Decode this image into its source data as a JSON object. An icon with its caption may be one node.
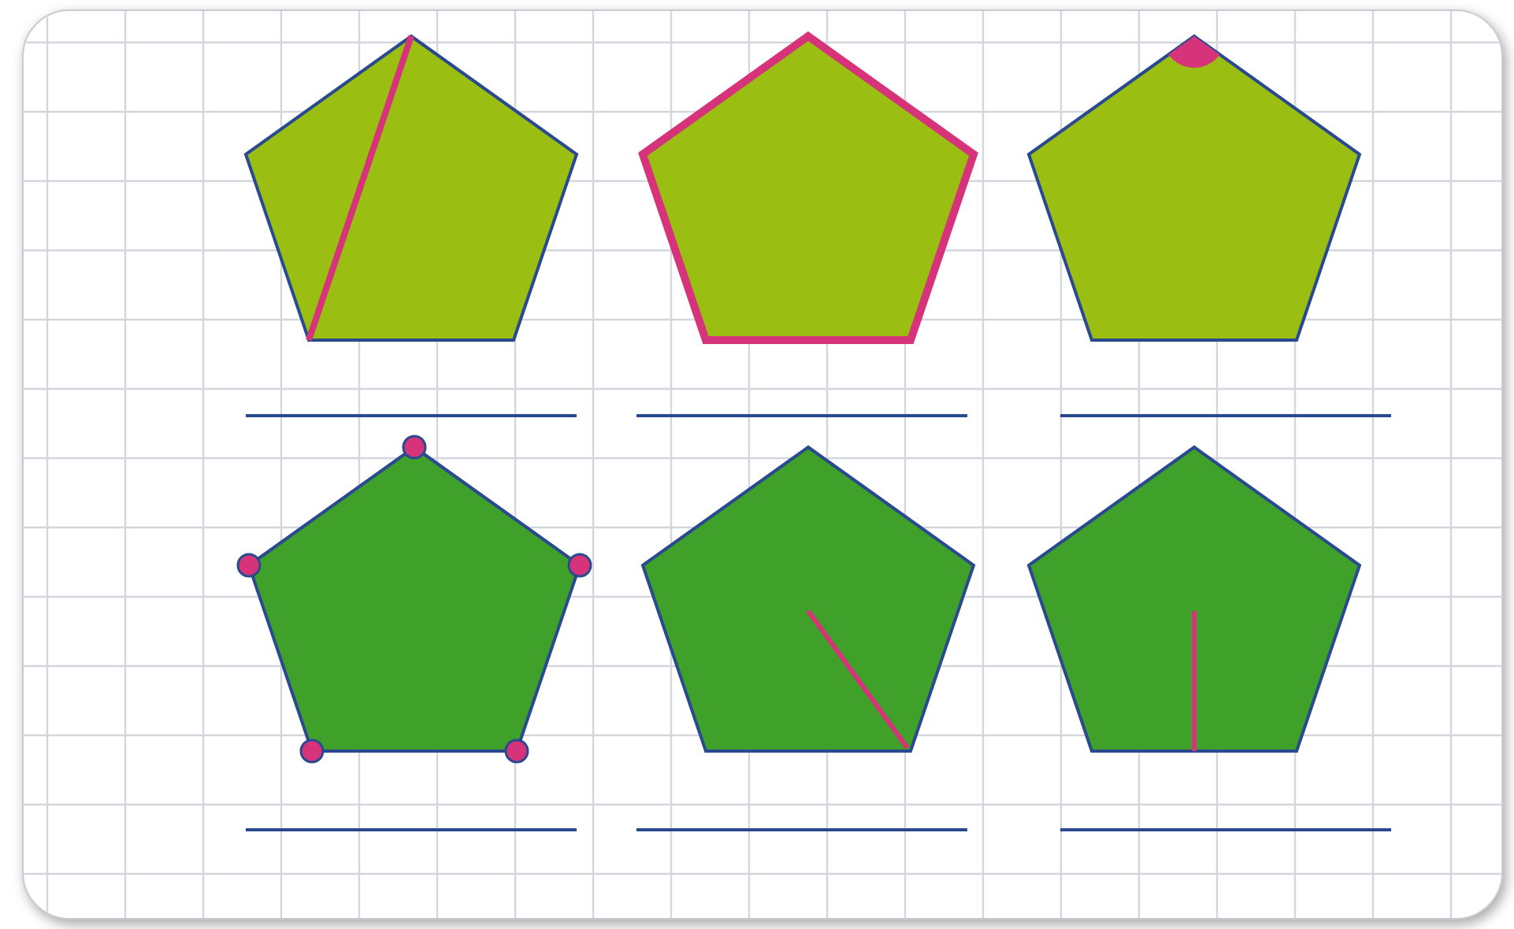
{
  "diagram": {
    "nodes": [
      {
        "text": [],
        "shape": "pentagon"
      },
      {
        "text": [],
        "shape": "pentagon"
      },
      {
        "text": [],
        "shape": "pentagon"
      },
      {
        "text": [],
        "shape": "pentagon"
      },
      {
        "text": [],
        "shape": "pentagon"
      },
      {
        "text": [],
        "shape": "pentagon"
      }
    ]
  }
}
